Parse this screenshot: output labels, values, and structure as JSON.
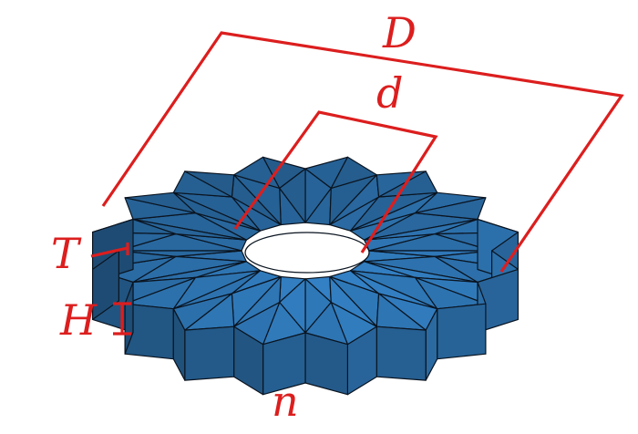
{
  "labels": {
    "outer_diameter": "D",
    "inner_diameter": "d",
    "thickness": "T",
    "height": "H",
    "count": "n"
  },
  "colors": {
    "face": "#2f77b6",
    "edge": "#0a1420",
    "annotation": "#dc1e1e",
    "hole": "#ffffff"
  },
  "model": {
    "points": 16
  }
}
